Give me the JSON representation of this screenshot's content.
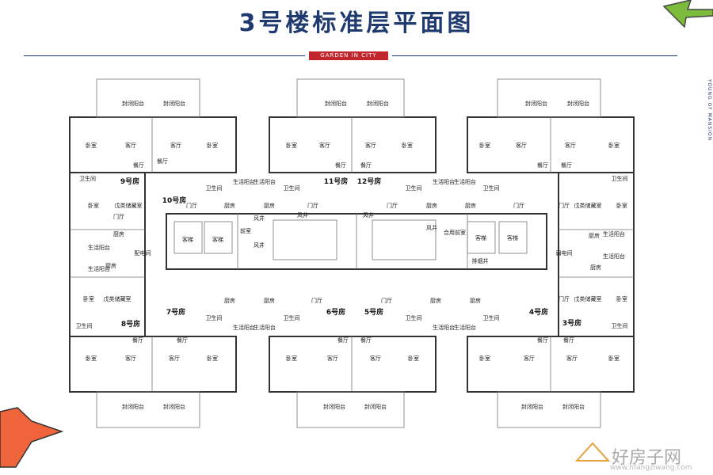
{
  "title": "3号楼标准层平面图",
  "badge": "GARDEN IN CITY",
  "side_text": "YOUNG OF MANSION",
  "watermark": {
    "text": "好房子网",
    "url": "www.hfangziwang.com"
  },
  "colors": {
    "title": "#1f3a6e",
    "badge": "#c0262c",
    "arrow": "#f0643c",
    "wall": "#333333"
  },
  "icons": [
    "green-arrow-icon",
    "orange-arrow-icon",
    "house-logo-icon"
  ],
  "labels": {
    "balcony": "封闭阳台",
    "bedroom": "卧室",
    "living": "客厅",
    "dining": "餐厅",
    "bathroom": "卫生间",
    "kitchen": "厨房",
    "entrance": "门厅",
    "living_balcony": "生活阳台",
    "storage": "戊类储藏室",
    "front_room": "前室",
    "shaft": "风井",
    "elevator": "客梯",
    "power": "配电间",
    "weak_power": "弱电间",
    "smoke": "排烟井",
    "shared_front": "合用前室"
  },
  "units": {
    "u1": "9号房",
    "u2": "10号房",
    "u3": "11号房",
    "u4": "12号房",
    "u5": "8号房",
    "u6": "7号房",
    "u7": "6号房",
    "u8": "5号房",
    "u9": "4号房",
    "u10": "3号房"
  }
}
